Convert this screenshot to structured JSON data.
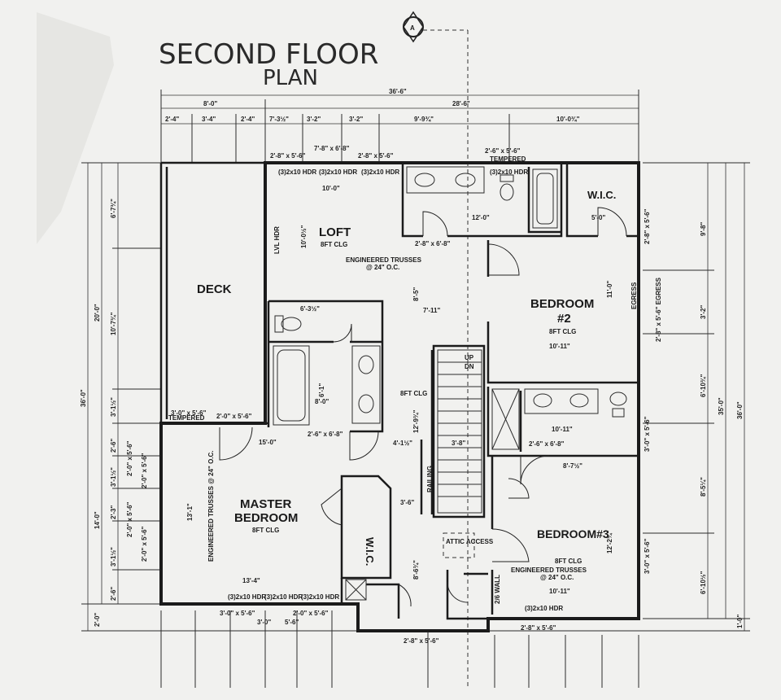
{
  "title_line1": "SECOND FLOOR",
  "title_line2": "PLAN",
  "north_arrow": "A",
  "icons": {
    "north": "north-arrow-icon"
  },
  "rooms": {
    "deck": "DECK",
    "loft": "LOFT",
    "loft_clg": "8FT CLG",
    "bedroom2_a": "BEDROOM",
    "bedroom2_b": "#2",
    "bedroom2_clg": "8FT CLG",
    "bedroom3": "BEDROOM#3",
    "bedroom3_clg": "8FT CLG",
    "master_a": "MASTER",
    "master_b": "BEDROOM",
    "master_clg": "8FT CLG",
    "wic_top": "W.I.C.",
    "wic_master": "W.I.C.",
    "stair_clg": "8FT CLG",
    "attic": "ATTIC ACCESS"
  },
  "notes": {
    "trusses_loft": "ENGINEERED TRUSSES",
    "trusses_loft_oc": "@ 24\" O.C.",
    "trusses_master": "ENGINEERED TRUSSES @ 24\" O.C.",
    "trusses_b3": "ENGINEERED TRUSSES",
    "trusses_b3_oc": "@ 24\" O.C.",
    "railing": "RAILING",
    "up": "UP",
    "dn": "DN",
    "tempered_top": "TEMPERED",
    "tempered_master": "TEMPERED",
    "egress": "EGRESS",
    "wall_26": "2/6 WALL",
    "lvl_hdr": "LVL HDR"
  },
  "dims": {
    "top_overall": "36'-6\"",
    "top_left": "8'-0\"",
    "top_right": "28'-6\"",
    "top_seg": [
      "2'-4\"",
      "3'-4\"",
      "2'-4\"",
      "7'-3½\"",
      "3'-2\"",
      "3'-2\"",
      "9'-9¾\"",
      "10'-0¾\""
    ],
    "win_top": [
      "2'-8\" x 5'-6\"",
      "7'-8\" x 6'-8\"",
      "2'-8\" x 5'-6\"",
      "2'-6\" x 5'-6\""
    ],
    "hdr_top": [
      "(3)2x10 HDR",
      "(3)2x10 HDR",
      "(3)2x10 HDR",
      "(3)2x10 HDR"
    ],
    "loft_w": "10'-0\"",
    "loft_h": "10'-0½\"",
    "bath_w": "12'-0\"",
    "wic_w": "5'-0\"",
    "b2_w": "10'-11\"",
    "b2_h": "11'-0\"",
    "b2_door": "2'-8\" x 6'-8\"",
    "hall_w": "7'-11\"",
    "hall_h": "8'-5\"",
    "mb_bath_top": "6'-3½\"",
    "mb_bath_w": "8'-0\"",
    "mb_bath_h": "6'-1\"",
    "stairs_w": "3'-8\"",
    "stairs_h": "12'-9¾\"",
    "b3_bath_w": "10'-11\"",
    "b3_door": "2'-6\" x 6'-8\"",
    "b3_hall": "8'-7½\"",
    "master_w": "13'-4\"",
    "master_h": "13'-1\"",
    "master_top": "15'-0\"",
    "master_door": "2'-6\" x 6'-8\"",
    "b3_w": "10'-11\"",
    "b3_h": "12'-2¾\"",
    "hall_w2": "3'-6\"",
    "hall_h2": "8'-6¾\"",
    "hall_seg": "4'-1½\"",
    "bottom_win": [
      "3'-0\" x 5'-6\"",
      "2'-0\" x 5'-6\"",
      "3'-0\"",
      "5'-6\""
    ],
    "bottom_door": "2'-8\" x 5'-6\"",
    "bottom_b3": "2'-8\" x 5'-6\"",
    "bottom_hdr": [
      "(3)2x10 HDR",
      "(3)2x10 HDR",
      "(3)2x10 HDR",
      "(3)2x10 HDR"
    ],
    "deck_win": "3'-0\" x 5'-6\"",
    "deck_win2": "2'-0\" x 5'-6\"",
    "left_overall": "36'-0\"",
    "left_20": "20'-0\"",
    "left_14": "14'-0\"",
    "left_2": "2'-0\"",
    "left_seg": [
      "6'-7¾\"",
      "10'-7¾\"",
      "3'-1½\"",
      "2'-6\"",
      "3'-1½\"",
      "2'-3\"",
      "3'-1½\"",
      "2'-6\""
    ],
    "left_win": [
      "2'-0\" x 5'-6\"",
      "2'-0\" x 5'-6\"",
      "2'-0\" x 5'-6\"",
      "2'-0\" x 5'-6\""
    ],
    "right_overall": "36'-0\"",
    "right_35": "35'-0\"",
    "right_1": "1'-0\"",
    "right_seg": [
      "9'-8\"",
      "3'-2\"",
      "6'-10¾\"",
      "8'-5¼\"",
      "6'-10½\""
    ],
    "right_win": [
      "2'-8\" x 5'-6\"",
      "3'-0\" x 5'-6\"",
      "3'-0\" x 5'-6\""
    ],
    "egress_win": "2'-8\" x 5'-6\" EGRESS"
  }
}
